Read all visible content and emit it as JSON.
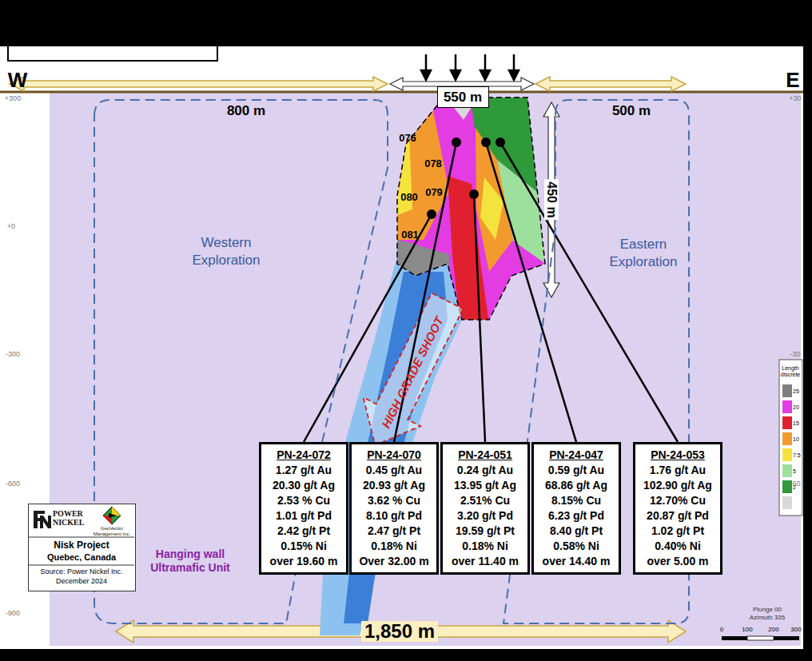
{
  "diagram": {
    "nodes": [
      {
        "text": [
          "550 m"
        ]
      },
      {
        "text": [
          "800 m",
          "Western Exploration"
        ]
      },
      {
        "text": [
          "500 m",
          "Eastern Exploration"
        ]
      },
      {
        "text": [
          "PN-24-072",
          "1.27 g/t Au",
          "20.30 g/t Ag",
          "2.53 % Cu",
          "1.01 g/t Pd",
          "2.42 g/t Pt",
          "0.15% Ni",
          "over 19.60 m"
        ]
      },
      {
        "text": [
          "PN-24-070",
          "0.45 g/t Au",
          "20.93 g/t Ag",
          "3.62 % Cu",
          "8.10 g/t Pd",
          "2.47 g/t Pt",
          "0.18% Ni",
          "Over 32.00 m"
        ]
      },
      {
        "text": [
          "PN-24-051",
          "0.24 g/t Au",
          "13.95 g/t Ag",
          "2.51% Cu",
          "3.20 g/t Pd",
          "19.59 g/t Pt",
          "0.18% Ni",
          "over 11.40 m"
        ]
      },
      {
        "text": [
          "PN-24-047",
          "0.59 g/t Au",
          "68.86 g/t Ag",
          "8.15% Cu",
          "6.23 g/t Pd",
          "8.40 g/t Pt",
          "0.58% Ni",
          "over 14.40 m"
        ]
      },
      {
        "text": [
          "PN-24-053",
          "1.76 g/t Au",
          "102.90 g/t Ag",
          "12.70% Cu",
          "20.87 g/t Pd",
          "1.02 g/t Pt",
          "0.40% Ni",
          "over 5.00 m"
        ]
      },
      {
        "text": [
          "POWER NICKEL",
          "GeoVector Management Inc.",
          "Nisk Project",
          "Quebec, Canada",
          "Source: Power Nickel Inc.",
          "December 2024"
        ]
      }
    ],
    "labels": [
      "W",
      "E",
      "+300",
      "+0",
      "-300",
      "-600",
      "-900",
      "+30",
      "-30",
      "-60",
      "076",
      "078",
      "080",
      "079",
      "081",
      "HIGH GRADE SHOOT",
      "450 m",
      "Hanging wall Ultramafic Unit",
      "1,850 m",
      "Length discrete",
      "Plunge 00",
      "Azimuth 335",
      "0",
      "100",
      "200",
      "300"
    ],
    "legend": [
      {
        "text": "25",
        "color": "#7f7f7f"
      },
      {
        "text": "20",
        "color": "#e23ce2"
      },
      {
        "text": "15",
        "color": "#e0202e"
      },
      {
        "text": "10",
        "color": "#f29a2e"
      },
      {
        "text": "7.5",
        "color": "#f4e33c"
      },
      {
        "text": "5",
        "color": "#9ddf9d"
      },
      {
        "text": "2",
        "color": "#2e9a3a"
      }
    ]
  }
}
